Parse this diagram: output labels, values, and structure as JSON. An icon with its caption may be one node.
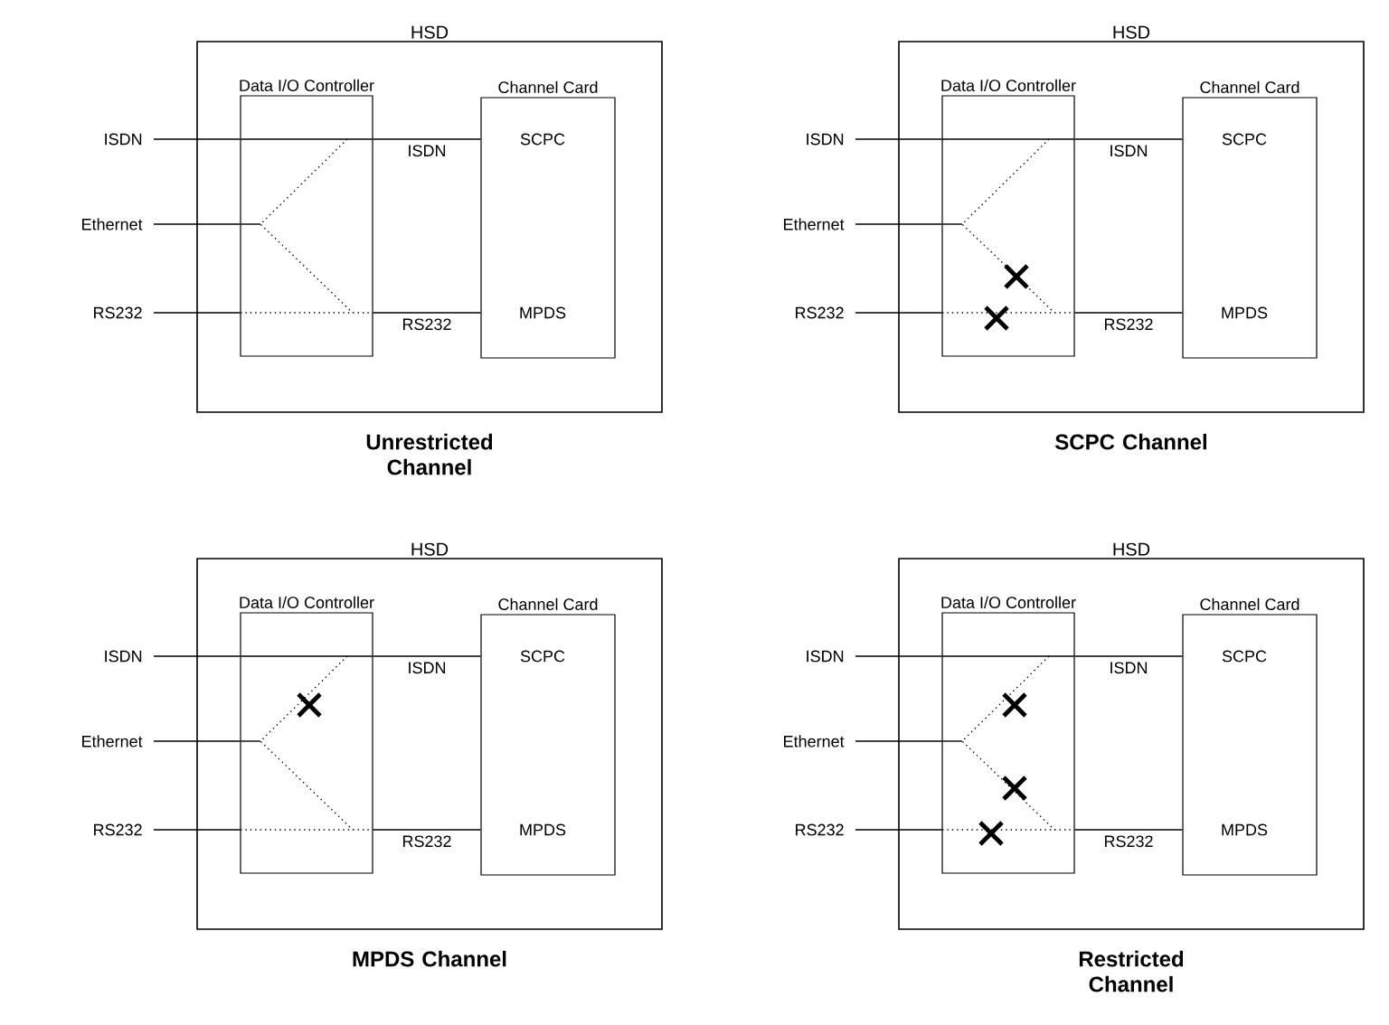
{
  "diagram": {
    "nodes": [
      {
        "text": [
          "HSD"
        ],
        "beside": [
          "Unrestricted Channel"
        ]
      },
      {
        "text": [
          "Data I/O Controller"
        ],
        "in": 0
      },
      {
        "text": [
          "Channel Card"
        ],
        "in": 0
      },
      {
        "text": [
          "SCPC"
        ],
        "in": 2
      },
      {
        "text": [
          "MPDS"
        ],
        "in": 2
      },
      {
        "text": [
          "ISDN"
        ]
      },
      {
        "text": [
          "Ethernet"
        ]
      },
      {
        "text": [
          "RS232"
        ]
      },
      {
        "text": [
          "HSD"
        ],
        "beside": [
          "SCPC Channel"
        ]
      },
      {
        "text": [
          "Data I/O Controller"
        ],
        "in": 8
      },
      {
        "text": [
          "Channel Card"
        ],
        "in": 8
      },
      {
        "text": [
          "SCPC"
        ],
        "in": 10
      },
      {
        "text": [
          "MPDS"
        ],
        "in": 10
      },
      {
        "text": [
          "ISDN"
        ]
      },
      {
        "text": [
          "Ethernet"
        ]
      },
      {
        "text": [
          "RS232"
        ]
      },
      {
        "text": [
          "HSD"
        ],
        "beside": [
          "MPDS Channel"
        ]
      },
      {
        "text": [
          "Data I/O Controller"
        ],
        "in": 16
      },
      {
        "text": [
          "Channel Card"
        ],
        "in": 16
      },
      {
        "text": [
          "SCPC"
        ],
        "in": 18
      },
      {
        "text": [
          "MPDS"
        ],
        "in": 18
      },
      {
        "text": [
          "ISDN"
        ]
      },
      {
        "text": [
          "Ethernet"
        ]
      },
      {
        "text": [
          "RS232"
        ]
      },
      {
        "text": [
          "HSD"
        ],
        "beside": [
          "Restricted Channel"
        ]
      },
      {
        "text": [
          "Data I/O Controller"
        ],
        "in": 24
      },
      {
        "text": [
          "Channel Card"
        ],
        "in": 24
      },
      {
        "text": [
          "SCPC"
        ],
        "in": 26
      },
      {
        "text": [
          "MPDS"
        ],
        "in": 26
      },
      {
        "text": [
          "ISDN"
        ]
      },
      {
        "text": [
          "Ethernet"
        ]
      },
      {
        "text": [
          "RS232"
        ]
      }
    ],
    "edges": [
      {
        "from": 5,
        "to": 1,
        "arrow": "none"
      },
      {
        "from": 6,
        "to": 1,
        "arrow": "none"
      },
      {
        "from": 7,
        "to": 1,
        "arrow": "none"
      },
      {
        "from": 1,
        "to": 3,
        "arrow": "none",
        "label": "ISDN"
      },
      {
        "from": 1,
        "to": 4,
        "arrow": "none",
        "label": "RS232"
      },
      {
        "from": 13,
        "to": 9,
        "arrow": "none"
      },
      {
        "from": 14,
        "to": 9,
        "arrow": "none"
      },
      {
        "from": 15,
        "to": 9,
        "arrow": "none"
      },
      {
        "from": 9,
        "to": 11,
        "arrow": "none",
        "label": "ISDN"
      },
      {
        "from": 9,
        "to": 12,
        "arrow": "none",
        "label": "RS232"
      },
      {
        "from": 21,
        "to": 17,
        "arrow": "none"
      },
      {
        "from": 22,
        "to": 17,
        "arrow": "none"
      },
      {
        "from": 23,
        "to": 17,
        "arrow": "none"
      },
      {
        "from": 17,
        "to": 19,
        "arrow": "none",
        "label": "ISDN"
      },
      {
        "from": 17,
        "to": 20,
        "arrow": "none",
        "label": "RS232"
      },
      {
        "from": 29,
        "to": 25,
        "arrow": "none"
      },
      {
        "from": 30,
        "to": 25,
        "arrow": "none"
      },
      {
        "from": 31,
        "to": 25,
        "arrow": "none"
      },
      {
        "from": 25,
        "to": 27,
        "arrow": "none",
        "label": "ISDN"
      },
      {
        "from": 25,
        "to": 28,
        "arrow": "none",
        "label": "RS232"
      }
    ]
  }
}
